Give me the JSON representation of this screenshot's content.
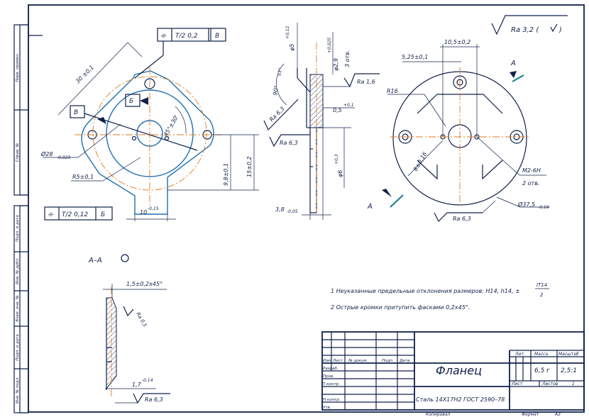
{
  "roughness": {
    "main": "Ra 3,2 (",
    "paren_close": ")"
  },
  "main_view": {
    "tolerance_top": {
      "symbol": "⌯",
      "value": "T/2 0,2",
      "datum": "В"
    },
    "square": "30 ±0,1",
    "label_v": "В",
    "label_b": "Б",
    "angle": "45°±30'",
    "diameter28": "Ø28",
    "diameter28_tol": "-0,023",
    "radius": "R5±0,1",
    "dim_98": "9,8±0,1",
    "dim_15": "15±0,2",
    "dim_10": "10",
    "dim_10_tol": "-0,15",
    "tolerance_bottom": {
      "symbol": "⌯",
      "value": "T/2 0,12",
      "datum": "Б"
    }
  },
  "section_view": {
    "phi5": "φ5",
    "phi5_tol": "+0,12",
    "phi29": "φ2,9",
    "phi29_tol": "+0,025",
    "holes3": "3 отв.",
    "angle90": "90°",
    "angle90_tol": "±1°",
    "ra16": "Ra 1,6",
    "ra63_a": "Ra 6,3",
    "dim05": "0,5",
    "dim05_tol": "+0,1",
    "ra63_b": "Ra 6,3",
    "phi6": "φ6",
    "phi6_tol": "+0,3",
    "dim38": "3,8",
    "dim38_tol": "-0,05"
  },
  "right_view": {
    "dim105": "10,5±0,2",
    "dim525": "5,25±0,1",
    "label_a_top": "А",
    "r16": "R16",
    "dim8": "8±0,16",
    "thread": "М2-6Н",
    "thread_count": "2 отв.",
    "label_a_bottom": "А",
    "diameter375": "Ø37,5",
    "diameter375_tol": "-0,16",
    "ra63": "Ra 6,3"
  },
  "section_aa": {
    "title": "А–А",
    "chamfer": "1,5±0,2х45°",
    "ra05": "Ra 0,5",
    "dim17": "1,7",
    "dim17_tol": "-0,14",
    "ra63": "Ra 6,3"
  },
  "notes": {
    "note1": "1 Неуказанные предельные отклонения размеров: Н14, h14, ±",
    "note1_frac_top": "IT14",
    "note1_frac_bottom": "2",
    "note2": "2  Острые кромки притупить фасками 0,2х45°."
  },
  "title_block": {
    "part_name": "Фланец",
    "material": "Сталь 14Х17Н2 ГОСТ 2590–78",
    "lit": "Лит.",
    "mass_label": "Масса",
    "scale_label": "Масштаб",
    "mass": "6,5 г",
    "scale": "2,5:1",
    "sheet_label": "Лист",
    "sheets_label": "Листов",
    "sheets": "1",
    "col_izm": "Изм",
    "col_list": "Лист",
    "col_doc": "№ докум.",
    "col_sign": "Подп.",
    "col_date": "Дата",
    "row_razrab": "Разраб.",
    "row_prov": "Пров.",
    "row_tkontr": "Т.контр.",
    "row_nkontr": "Н.контр.",
    "row_utv": "Утв.",
    "copied": "Копировал",
    "format": "Формат",
    "format_value": "А3"
  },
  "side_stamps": {
    "top1": "Перв. примен.",
    "top2": "Справ. №",
    "b1": "Подп. и дата",
    "b2": "Инв. № дубл.",
    "b3": "Взам. инв. №",
    "b4": "Подп. и дата",
    "b5": "Инв. № подл."
  }
}
